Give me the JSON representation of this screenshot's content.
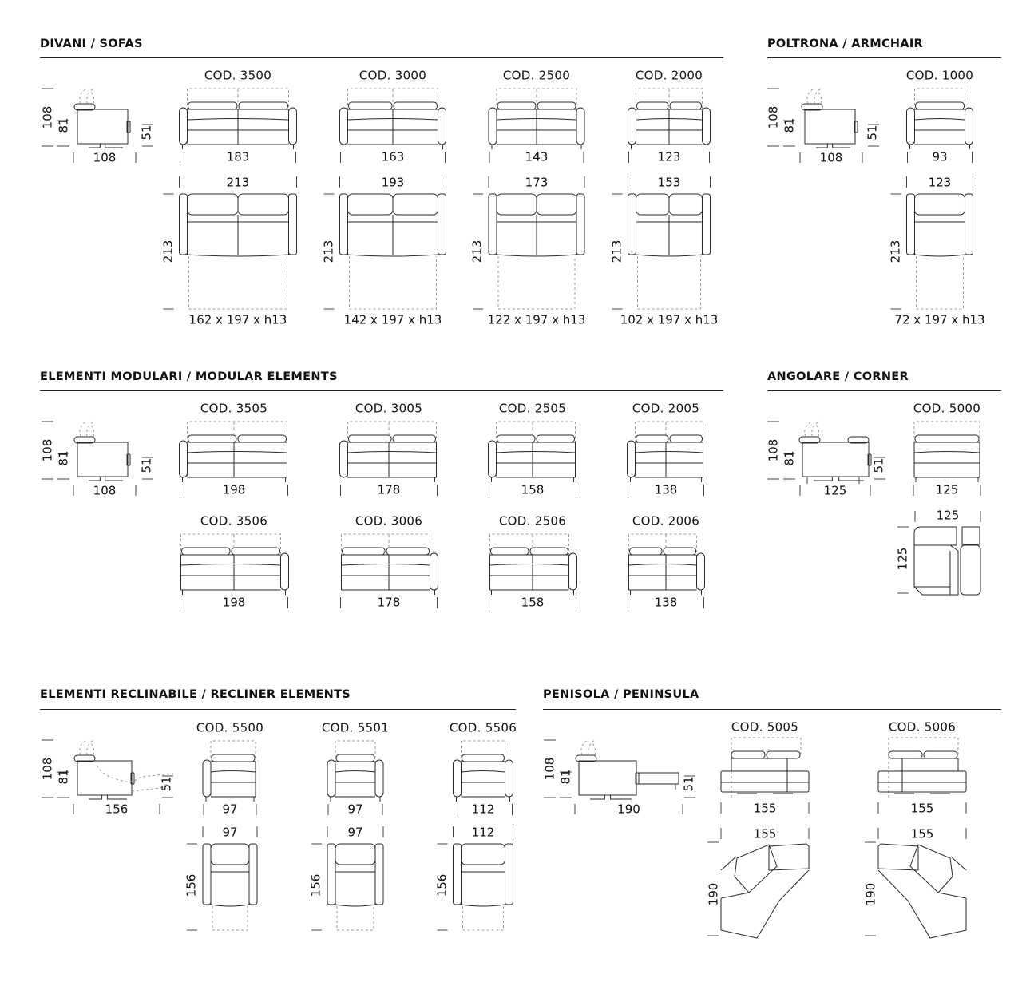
{
  "sofas": {
    "title": "DIVANI / SOFAS",
    "side": {
      "height_total": "108",
      "height_back": "81",
      "height_seat": "51",
      "depth": "108"
    },
    "items": [
      {
        "code": "COD. 3500",
        "width": "183",
        "bed_width": "213",
        "bed_length": "213",
        "mattress": "162 x 197 x h13"
      },
      {
        "code": "COD. 3000",
        "width": "163",
        "bed_width": "193",
        "bed_length": "213",
        "mattress": "142 x 197 x h13"
      },
      {
        "code": "COD. 2500",
        "width": "143",
        "bed_width": "173",
        "bed_length": "213",
        "mattress": "122 x 197 x h13"
      },
      {
        "code": "COD. 2000",
        "width": "123",
        "bed_width": "153",
        "bed_length": "213",
        "mattress": "102 x 197 x h13"
      }
    ]
  },
  "armchair": {
    "title": "POLTRONA / ARMCHAIR",
    "side": {
      "height_total": "108",
      "height_back": "81",
      "height_seat": "51",
      "depth": "108"
    },
    "items": [
      {
        "code": "COD. 1000",
        "width": "93",
        "bed_width": "123",
        "bed_length": "213",
        "mattress": "72 x 197 x h13"
      }
    ]
  },
  "modular": {
    "title": "ELEMENTI MODULARI / MODULAR ELEMENTS",
    "side": {
      "height_total": "108",
      "height_back": "81",
      "height_seat": "51",
      "depth": "108"
    },
    "row1": [
      {
        "code": "COD. 3505",
        "width": "198"
      },
      {
        "code": "COD. 3005",
        "width": "178"
      },
      {
        "code": "COD. 2505",
        "width": "158"
      },
      {
        "code": "COD. 2005",
        "width": "138"
      }
    ],
    "row2": [
      {
        "code": "COD. 3506",
        "width": "198"
      },
      {
        "code": "COD. 3006",
        "width": "178"
      },
      {
        "code": "COD. 2506",
        "width": "158"
      },
      {
        "code": "COD. 2006",
        "width": "138"
      }
    ]
  },
  "corner": {
    "title": "ANGOLARE / CORNER",
    "side": {
      "height_total": "108",
      "height_back": "81",
      "height_seat": "51",
      "depth": "125"
    },
    "items": [
      {
        "code": "COD. 5000",
        "width": "125",
        "top_width": "125",
        "top_depth": "125"
      }
    ]
  },
  "recliner": {
    "title": "ELEMENTI RECLINABILE / RECLINER ELEMENTS",
    "side": {
      "height_total": "108",
      "height_back": "81",
      "height_seat": "51",
      "depth": "156"
    },
    "items": [
      {
        "code": "COD. 5500",
        "width": "97",
        "top_width": "97",
        "top_depth": "156"
      },
      {
        "code": "COD. 5501",
        "width": "97",
        "top_width": "97",
        "top_depth": "156"
      },
      {
        "code": "COD. 5506",
        "width": "112",
        "top_width": "112",
        "top_depth": "156"
      }
    ]
  },
  "peninsula": {
    "title": "PENISOLA / PENINSULA",
    "side": {
      "height_total": "108",
      "height_back": "81",
      "height_seat": "51",
      "depth": "190"
    },
    "items": [
      {
        "code": "COD. 5005",
        "width": "155",
        "top_width": "155",
        "top_depth": "190"
      },
      {
        "code": "COD. 5006",
        "width": "155",
        "top_width": "155",
        "top_depth": "190"
      }
    ]
  }
}
